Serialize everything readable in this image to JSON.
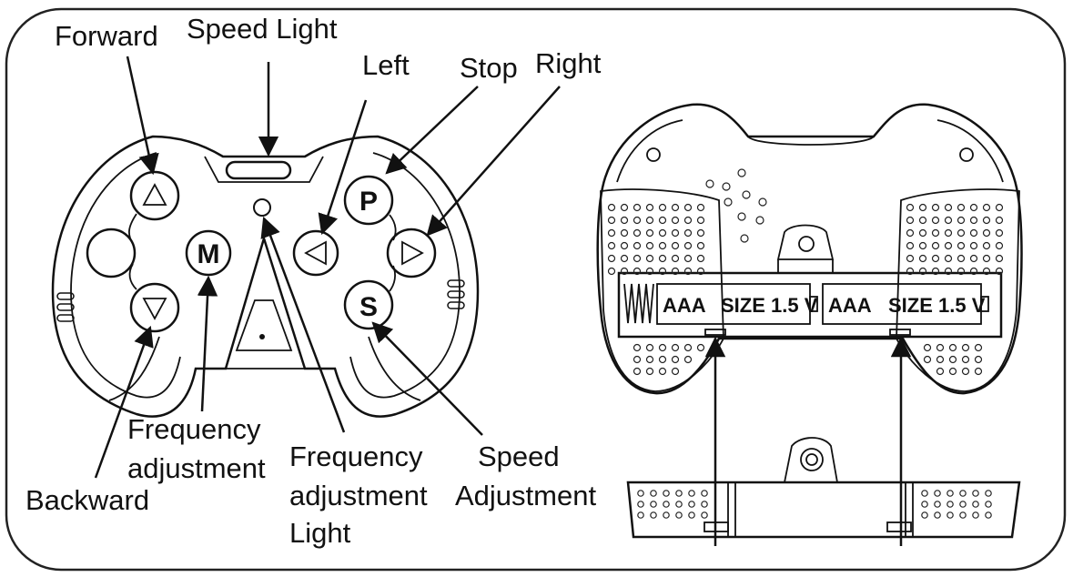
{
  "labels": {
    "forward": "Forward",
    "speed_light": "Speed Light",
    "left": "Left",
    "stop": "Stop",
    "right": "Right",
    "freq_adj_1": "Frequency",
    "freq_adj_2": "adjustment",
    "backward": "Backward",
    "freq_light_1": "Frequency",
    "freq_light_2": "adjustment",
    "freq_light_3": "Light",
    "speed_adj_1": "Speed",
    "speed_adj_2": "Adjustment"
  },
  "buttons": {
    "m": "M",
    "p": "P",
    "s": "S"
  },
  "battery": {
    "left_type": "AAA",
    "left_size": "SIZE 1.5 V",
    "right_type": "AAA",
    "right_size": "SIZE 1.5 V"
  }
}
